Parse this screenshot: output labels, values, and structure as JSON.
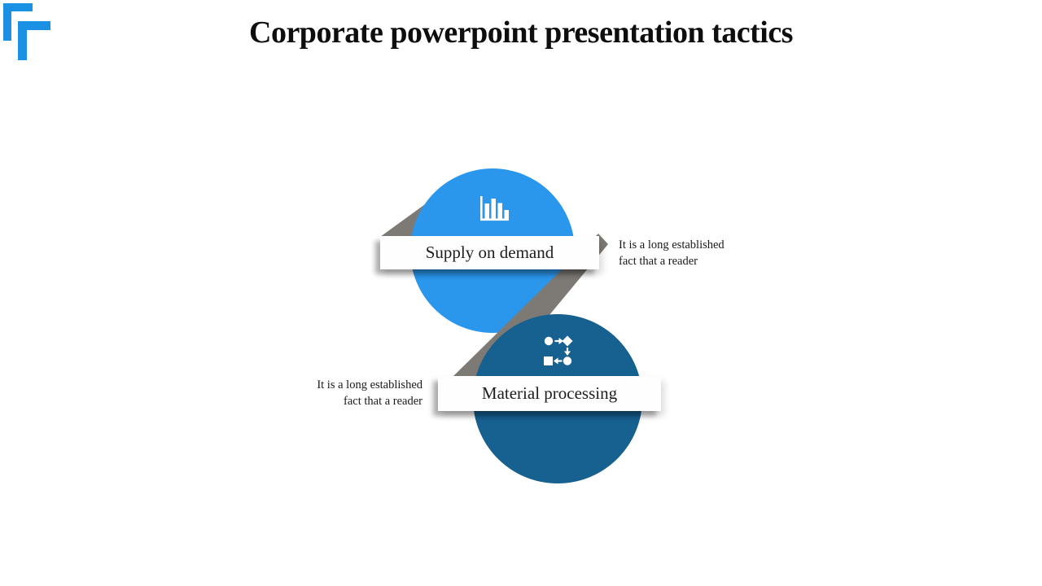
{
  "slide": {
    "title": "Corporate powerpoint presentation tactics"
  },
  "colors": {
    "accent_blue": "#1a91e2",
    "circle_light_blue": "#2b97ec",
    "circle_dark_blue": "#176191",
    "ribbon_gray": "#7d7a76"
  },
  "items": [
    {
      "label": "Supply on demand",
      "icon": "bar-chart-icon",
      "caption_line1": "It is a long established",
      "caption_line2": "fact that a reader",
      "caption_side": "right"
    },
    {
      "label": "Material processing",
      "icon": "process-flow-icon",
      "caption_line1": "It is a long established",
      "caption_line2": "fact that a reader",
      "caption_side": "left"
    }
  ]
}
